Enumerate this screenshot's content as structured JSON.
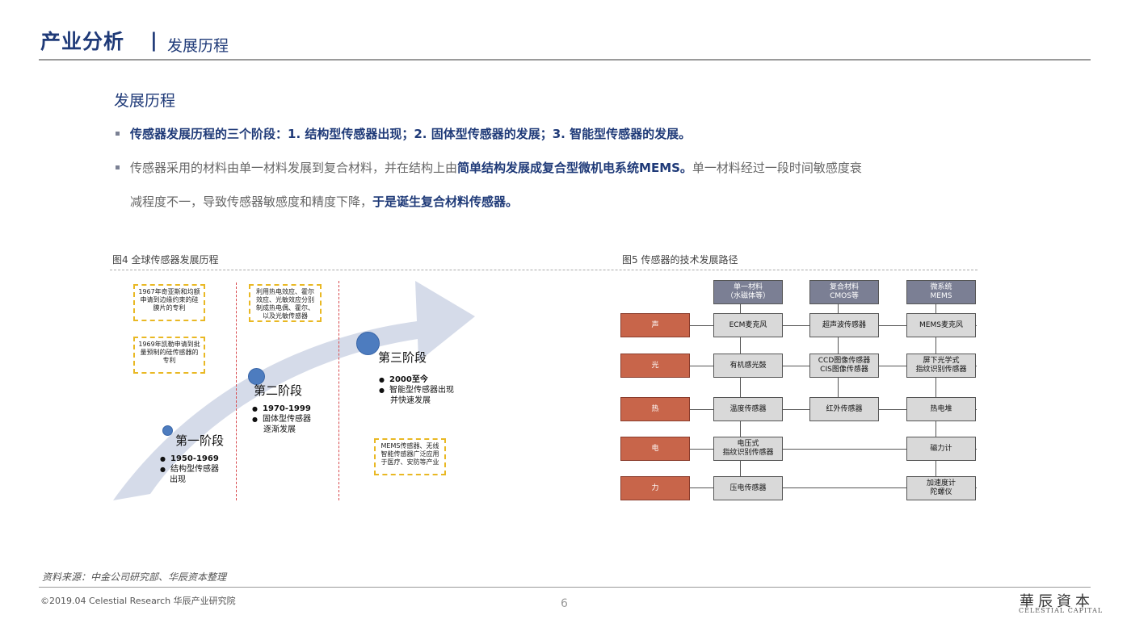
{
  "header": {
    "title": "产业分析",
    "divider": "|",
    "subtitle": "发展历程"
  },
  "section_title": "发展历程",
  "bullets": {
    "b1": "传感器发展历程的三个阶段：1. 结构型传感器出现；2. 固体型传感器的发展；3. 智能型传感器的发展。",
    "b2_pre": "传感器采用的材料由单一材料发展到复合材料，并在结构上由",
    "b2_bold": "简单结构发展成复合型微机电系统MEMS。",
    "b2_post": "单一材料经过一段时间敏感度衰",
    "b3_pre": "减程度不一，导致传感器敏感度和精度下降，",
    "b3_bold": "于是诞生复合材料传感器。"
  },
  "fig4": {
    "caption": "图4 全球传感器发展历程",
    "notes": {
      "n1": "1967年奇亚斯和均额申请到边缘约束的硅膜片的专利",
      "n2": "1969年凯勒申请到批量预制的硅传感器的专利",
      "n3": "利用热电效应、霍尔效应、光敏效应分别制成热电偶、霍尔、以及光敏传感器",
      "n4": "MEMS传感器、无线智能传感器广泛应用于医疗、安防等产业"
    },
    "stages": {
      "s1": {
        "title": "第一阶段",
        "l1": "1950-1969",
        "l2": "结构型传感器",
        "l3": "出现"
      },
      "s2": {
        "title": "第二阶段",
        "l1": "1970-1999",
        "l2": "固体型传感器",
        "l3": "逐渐发展"
      },
      "s3": {
        "title": "第三阶段",
        "l1": "2000至今",
        "l2": "智能型传感器出现",
        "l3": "并快速发展"
      }
    }
  },
  "fig5": {
    "caption": "图5 传感器的技术发展路径",
    "columns": {
      "c1a": "单一材料",
      "c1b": "（水磁体等）",
      "c2a": "复合材料",
      "c2b": "CMOS等",
      "c3a": "微系统",
      "c3b": "MEMS"
    },
    "rows": {
      "r1": {
        "label": "声",
        "a": "ECM麦克风",
        "b": "超声波传感器",
        "c": "MEMS麦克风"
      },
      "r2": {
        "label": "光",
        "a": "有机感光鼓",
        "b1": "CCD图像传感器",
        "b2": "CIS图像传感器",
        "c1": "屏下光学式",
        "c2": "指纹识别传感器"
      },
      "r3": {
        "label": "热",
        "a": "温度传感器",
        "b": "红外传感器",
        "c": "热电堆"
      },
      "r4": {
        "label": "电",
        "a1": "电压式",
        "a2": "指纹识别传感器",
        "c": "磁力计"
      },
      "r5": {
        "label": "力",
        "a": "压电传感器",
        "c1": "加速度计",
        "c2": "陀螺仪"
      }
    }
  },
  "footer": {
    "source": "资料来源：中金公司研究部、华辰资本整理",
    "copyright": "©2019.04 Celestial Research 华辰产业研究院",
    "page": "6",
    "logo_cn": "華辰資本",
    "logo_en": "CELESTIAL CAPITAL"
  },
  "colors": {
    "brand": "#1f3a78",
    "row_label": "#c8654a",
    "category": "#7b7f94",
    "note_border": "#e9b824",
    "stage_dot": "#4d7cbf"
  }
}
